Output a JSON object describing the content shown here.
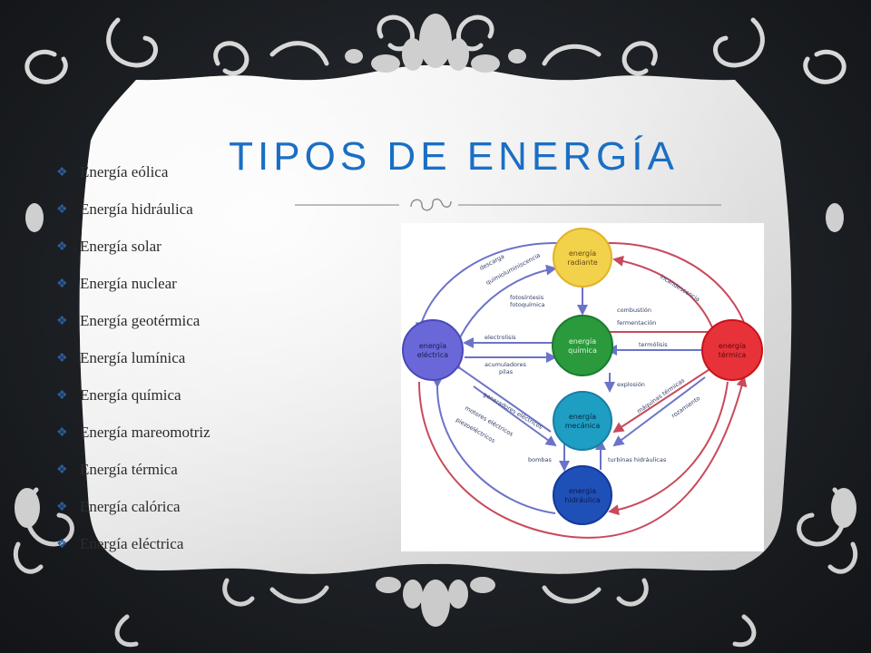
{
  "slide": {
    "title": "TIPOS DE ENERGÍA",
    "bullet_marker": "❖",
    "items": [
      "Energía eólica",
      "Energía hidráulica",
      "Energía solar",
      "Energía  nuclear",
      "Energía geotérmica",
      "Energía lumínica",
      "Energía química",
      "Energía mareomotriz",
      "Energía térmica",
      "Energía calórica",
      "Energía eléctrica"
    ]
  },
  "diagram": {
    "nodes": [
      {
        "id": "radiante",
        "line1": "energía",
        "line2": "radiante",
        "color": "#f2d24a"
      },
      {
        "id": "quimica",
        "line1": "energía",
        "line2": "química",
        "color": "#2a9a3c"
      },
      {
        "id": "electrica",
        "line1": "energía",
        "line2": "eléctrica",
        "color": "#6a68d8"
      },
      {
        "id": "termica",
        "line1": "energía",
        "line2": "térmica",
        "color": "#e8323a"
      },
      {
        "id": "mecanica",
        "line1": "energía",
        "line2": "mecánica",
        "color": "#1f9ec4"
      },
      {
        "id": "hidraulica",
        "line1": "energía",
        "line2": "hidráulica",
        "color": "#1f50b8"
      }
    ],
    "edge_labels": {
      "descarga": "descarga",
      "fotosintesis": "fotosíntesis",
      "fotoquimica": "fotoquímica",
      "quimioluminiscencia": "quimioluminiscencia",
      "combustion": "combustión",
      "fermentacion": "fermentación",
      "termolisis": "termólisis",
      "electrolisis": "electrolisis",
      "acumuladores": "acumuladores",
      "pilas": "pilas",
      "explosion": "explosión",
      "bombas": "bombas",
      "turbinas": "turbinas hidráulicas",
      "generadores": "generadores eléctricos",
      "motores": "motores eléctricos",
      "piezoelectricos": "piezoeléctricos",
      "incandescencia": "incandescencia",
      "maquinas": "máquinas térmicas",
      "rozamiento": "rozamiento"
    }
  }
}
